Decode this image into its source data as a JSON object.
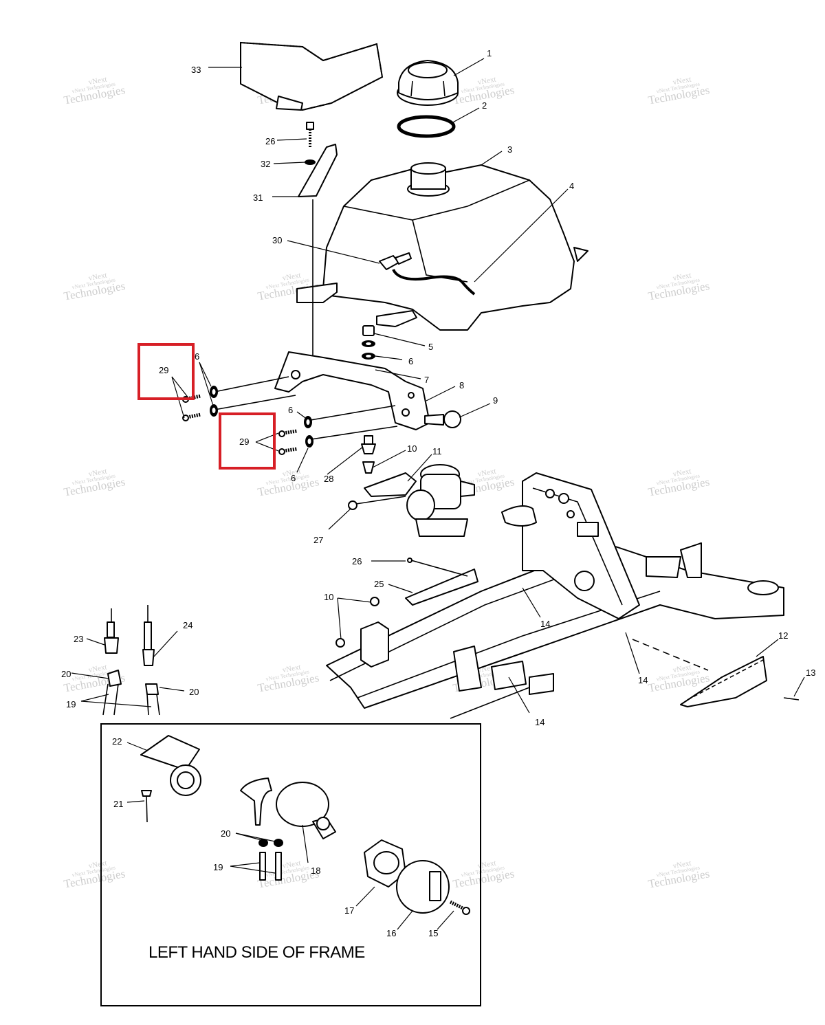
{
  "inset": {
    "title": "LEFT HAND SIDE OF FRAME"
  },
  "watermark": {
    "line1": "vNext",
    "line2": "Technologies",
    "line3": "vNext Technologies"
  },
  "highlight_color": "#d71f26",
  "callouts": {
    "c1": "1",
    "c2": "2",
    "c3": "3",
    "c4": "4",
    "c5": "5",
    "c6a": "6",
    "c6b": "6",
    "c6c": "6",
    "c6d": "6",
    "c7": "7",
    "c8": "8",
    "c9": "9",
    "c10a": "10",
    "c10b": "10",
    "c11": "11",
    "c12": "12",
    "c13": "13",
    "c14a": "14",
    "c14b": "14",
    "c14c": "14",
    "c15": "15",
    "c16": "16",
    "c17": "17",
    "c18": "18",
    "c19a": "19",
    "c19b": "19",
    "c20a": "20",
    "c20b": "20",
    "c20c": "20",
    "c21": "21",
    "c22": "22",
    "c23": "23",
    "c24": "24",
    "c25": "25",
    "c26a": "26",
    "c26b": "26",
    "c27": "27",
    "c28": "28",
    "c29a": "29",
    "c29b": "29",
    "c30": "30",
    "c31": "31",
    "c32": "32",
    "c33": "33"
  }
}
